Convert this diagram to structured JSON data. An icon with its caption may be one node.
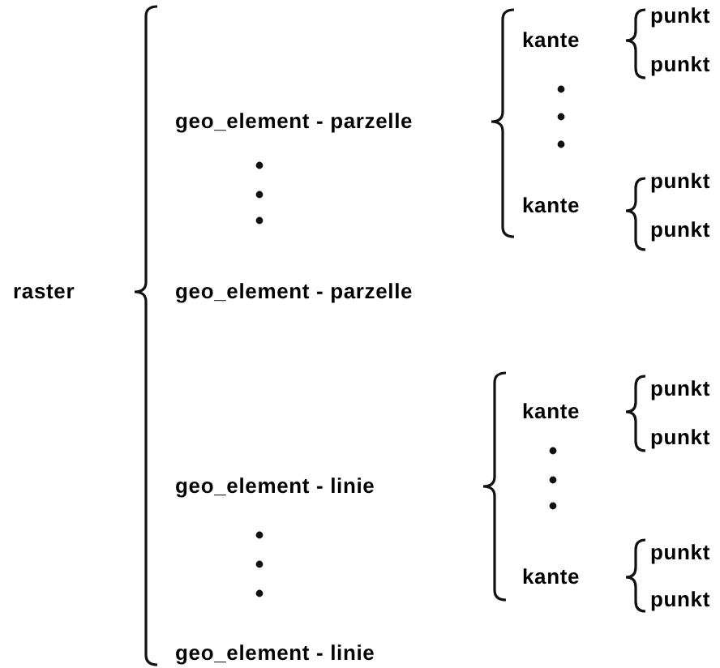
{
  "diagram": {
    "labels": [
      "punkt",
      "kante",
      "punkt",
      "geo_element - parzelle",
      "punkt",
      "kante",
      "punkt",
      "raster",
      "geo_element - parzelle",
      "punkt",
      "kante",
      "punkt",
      "geo_element - linie",
      "punkt",
      "kante",
      "punkt",
      "geo_element - linie"
    ]
  }
}
